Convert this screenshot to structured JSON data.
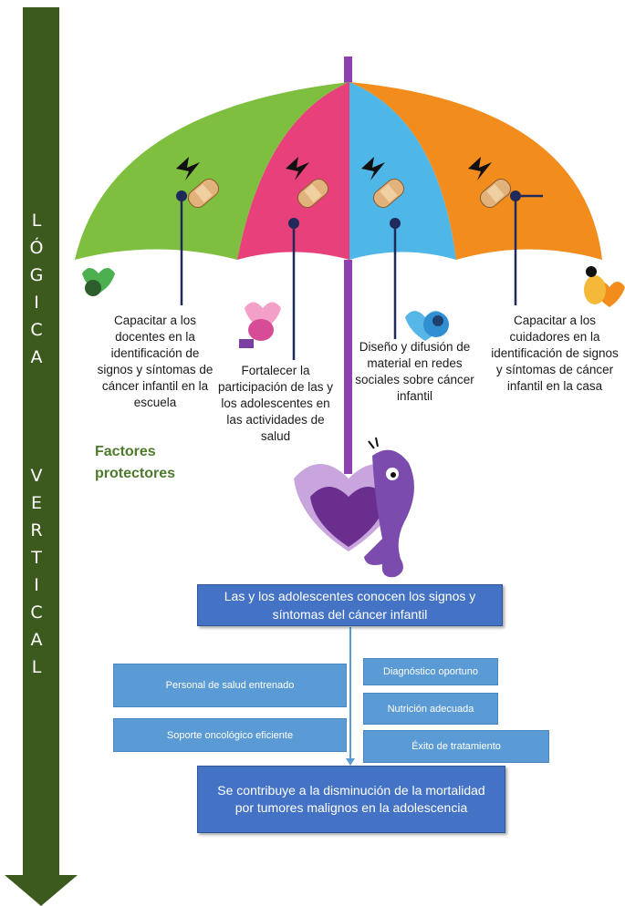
{
  "vertical_logic": {
    "word1": [
      "L",
      "Ó",
      "G",
      "I",
      "C",
      "A"
    ],
    "word2": [
      "V",
      "E",
      "R",
      "T",
      "I",
      "C",
      "A",
      "L"
    ],
    "arrow_color": "#3c5a1e"
  },
  "umbrella": {
    "panel_colors": [
      "#7fbf3f",
      "#e8407a",
      "#4fb6e8",
      "#f28c1c"
    ],
    "shaft_color": "#8e3fb0",
    "strategies": [
      "Capacitar a los docentes en la identificación de signos y síntomas de cáncer infantil en la escuela",
      "Fortalecer la participación de las y los adolescentes en las actividades de salud",
      "Diseño y difusión de material en redes sociales sobre cáncer infantil",
      "Capacitar a los cuidadores en la identificación de signos y síntomas de cáncer infantil en la casa"
    ]
  },
  "factores_label": "Factores protectores",
  "purpose": "Las y los adolescentes conocen los signos y síntomas del cáncer infantil",
  "supporting_left": [
    "Personal de salud entrenado",
    "Soporte oncológico eficiente"
  ],
  "supporting_right": [
    "Diagnóstico oportuno",
    "Nutrición adecuada",
    "Éxito de tratamiento"
  ],
  "goal": "Se contribuye a la disminución de la mortalidad por tumores malignos en la adolescencia"
}
